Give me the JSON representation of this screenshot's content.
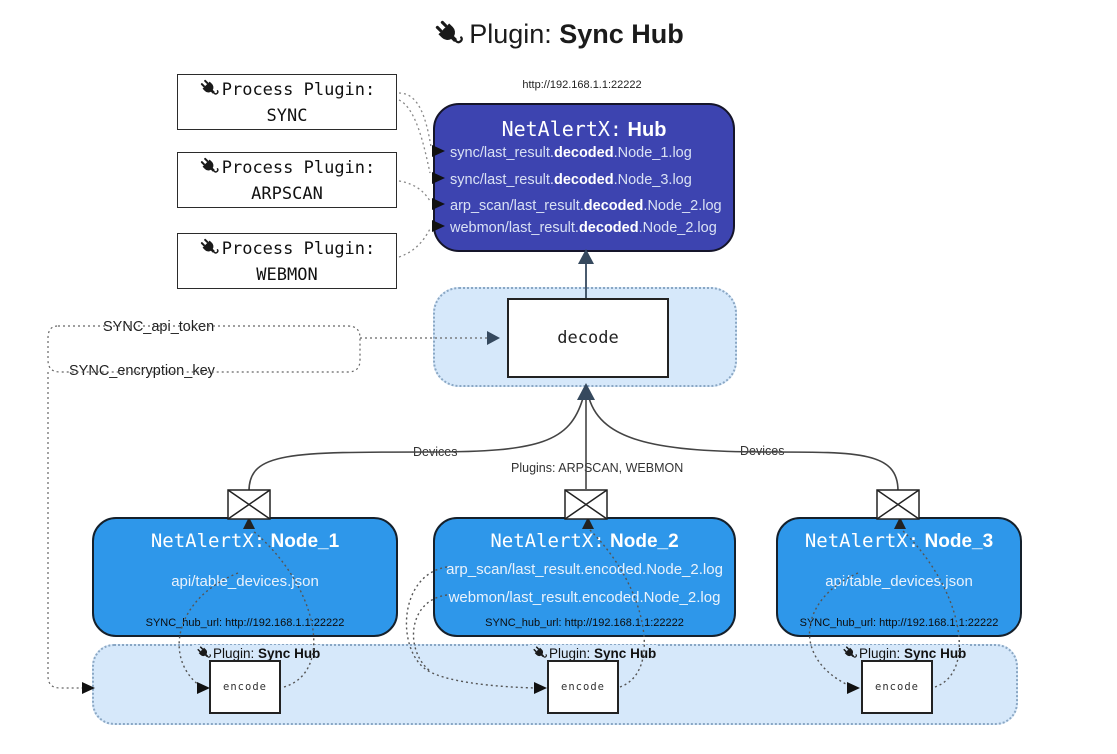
{
  "title": {
    "prefix": "Plugin:",
    "name": "Sync Hub"
  },
  "process_plugins": [
    {
      "label": "Process Plugin:",
      "name": "SYNC"
    },
    {
      "label": "Process Plugin:",
      "name": "ARPSCAN"
    },
    {
      "label": "Process Plugin:",
      "name": "WEBMON"
    }
  ],
  "hub": {
    "url": "http://192.168.1.1:22222",
    "title_prefix": "NetAlertX:",
    "title_name": "Hub",
    "log_lines": [
      {
        "pre": "sync/last_result.",
        "bold": "decoded",
        "post": ".Node_1.log"
      },
      {
        "pre": "sync/last_result.",
        "bold": "decoded",
        "post": ".Node_3.log"
      },
      {
        "pre": "arp_scan/last_result.",
        "bold": "decoded",
        "post": ".Node_2.log"
      },
      {
        "pre": "webmon/last_result.",
        "bold": "decoded",
        "post": ".Node_2.log"
      }
    ]
  },
  "decode_box": {
    "label": "decode"
  },
  "config_labels": {
    "api_token": "SYNC_api_token",
    "encryption_key": "SYNC_encryption_key"
  },
  "edge_labels": {
    "devices_left": "Devices",
    "plugins_mid": "Plugins: ARPSCAN, WEBMON",
    "devices_right": "Devices"
  },
  "nodes": [
    {
      "title_prefix": "NetAlertX:",
      "title_name": "Node_1",
      "files": [
        "api/table_devices.json"
      ],
      "hub_url": "SYNC_hub_url: http://192.168.1.1:22222"
    },
    {
      "title_prefix": "NetAlertX:",
      "title_name": "Node_2",
      "files": [
        "arp_scan/last_result.encoded.Node_2.log",
        "webmon/last_result.encoded.Node_2.log"
      ],
      "hub_url": "SYNC_hub_url: http://192.168.1.1:22222"
    },
    {
      "title_prefix": "NetAlertX:",
      "title_name": "Node_3",
      "files": [
        "api/table_devices.json"
      ],
      "hub_url": "SYNC_hub_url: http://192.168.1.1:22222"
    }
  ],
  "encode_sections": [
    {
      "plugin_prefix": "Plugin:",
      "plugin_name": "Sync Hub",
      "box_label": "encode"
    },
    {
      "plugin_prefix": "Plugin:",
      "plugin_name": "Sync Hub",
      "box_label": "encode"
    },
    {
      "plugin_prefix": "Plugin:",
      "plugin_name": "Sync Hub",
      "box_label": "encode"
    }
  ],
  "colors": {
    "hub_bg": "#3d44b0",
    "node_bg": "#2e97ea",
    "band_bg": "#d6e8fa",
    "band_border": "#8aa7c4",
    "arrow_dark": "#36495e"
  }
}
